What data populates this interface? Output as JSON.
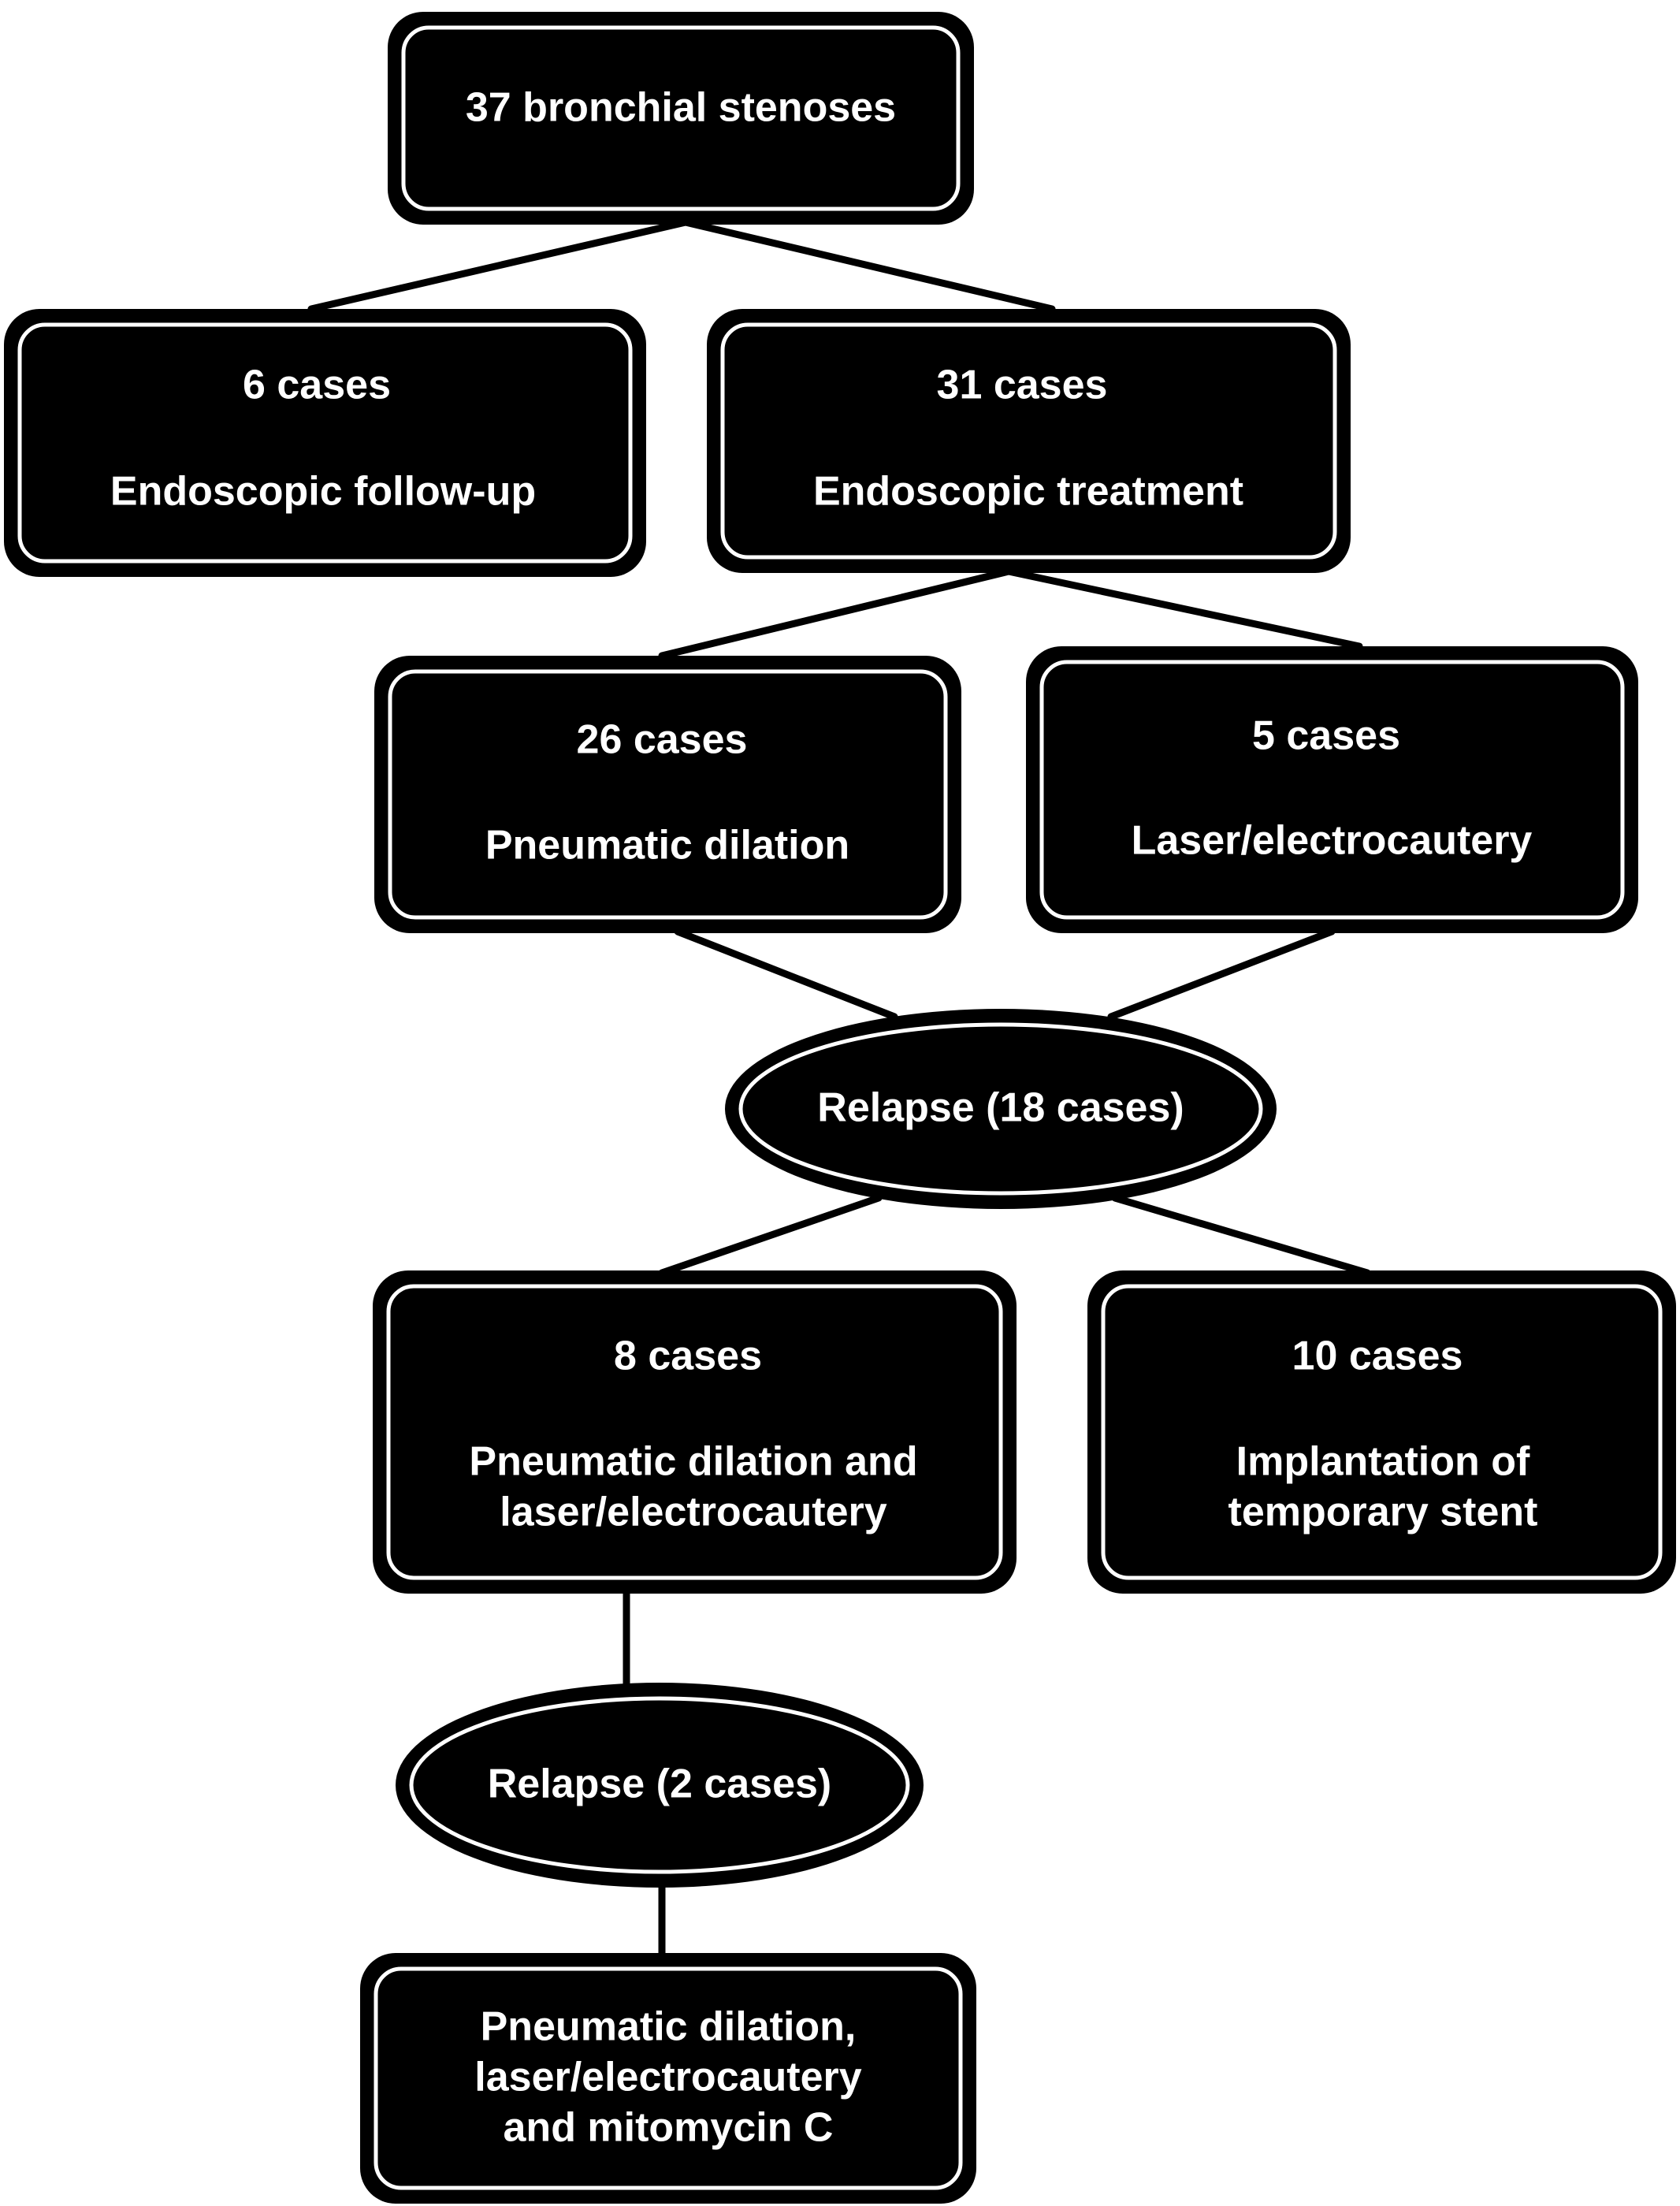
{
  "nodes": {
    "root": {
      "line1": "37 bronchial stenoses"
    },
    "followup": {
      "line1": "6 cases",
      "line2": "Endoscopic follow-up"
    },
    "treatment": {
      "line1": "31 cases",
      "line2": "Endoscopic treatment"
    },
    "dilation": {
      "line1": "26 cases",
      "line2": "Pneumatic dilation"
    },
    "laser": {
      "line1": "5 cases",
      "line2": "Laser/electrocautery"
    },
    "relapse1": {
      "line1": "Relapse (18 cases)"
    },
    "combined": {
      "line1": "8 cases",
      "line2": "Pneumatic dilation and",
      "line3": "laser/electrocautery"
    },
    "stent": {
      "line1": "10 cases",
      "line2": "Implantation of",
      "line3": "temporary stent"
    },
    "relapse2": {
      "line1": "Relapse (2 cases)"
    },
    "final": {
      "line1": "Pneumatic dilation,",
      "line2": "laser/electrocautery",
      "line3": "and mitomycin C"
    }
  },
  "colors": {
    "node_fill": "#000000",
    "node_ring": "#ffffff",
    "text": "#ffffff",
    "connector": "#000000",
    "background": "#ffffff"
  }
}
